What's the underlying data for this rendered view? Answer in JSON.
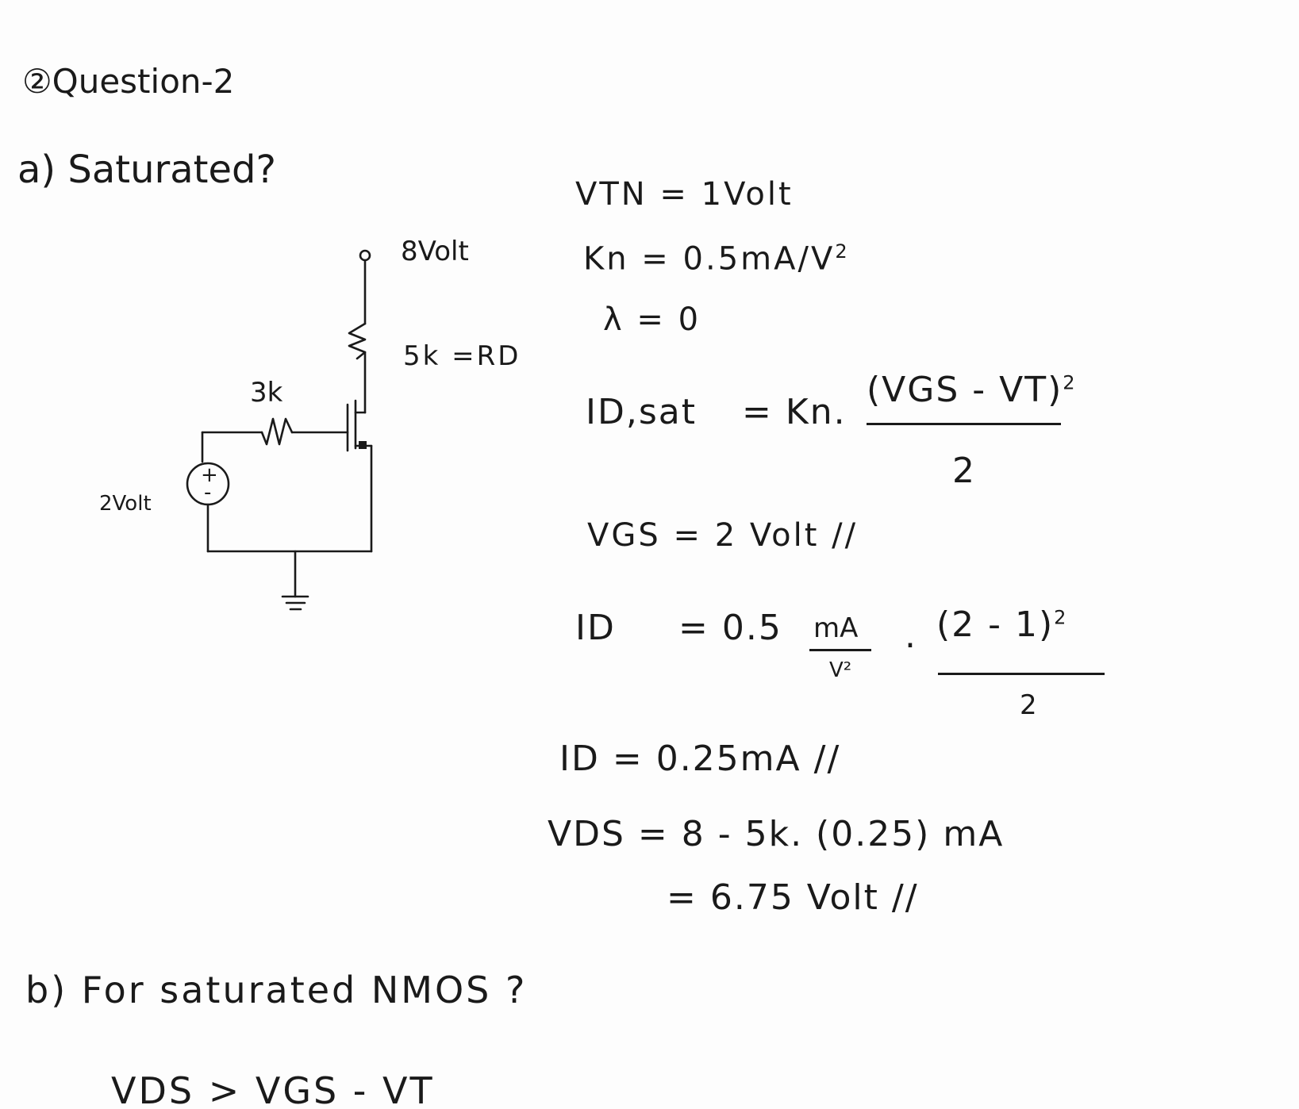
{
  "question_title": "②Question-2",
  "part_a": {
    "heading": "a) Saturated?",
    "circuit": {
      "supply_label": "8Volt",
      "rd_label": "5k =RD",
      "rg_label": "3k",
      "source_label": "2Volt",
      "source_plus": "+",
      "source_minus": "-"
    },
    "given": {
      "vtn": "VTN = 1Volt",
      "kn_main": "Kn = 0.5mA/V",
      "kn_sup": "2",
      "lambda": "λ = 0"
    },
    "id_sat": {
      "lhs": "ID,sat",
      "eq": "= Kn.",
      "num": "(VGS - VT)",
      "num_sup": "2",
      "den": "2"
    },
    "vgs": "VGS = 2 Volt //",
    "id_calc": {
      "lhs": "ID",
      "eq": "= 0.5",
      "unit_num": "mA",
      "unit_den": "V²",
      "dot": ".",
      "num": "(2 - 1)",
      "num_sup": "2",
      "den": "2"
    },
    "id_result": "ID = 0.25mA //",
    "vds_line1": "VDS = 8 - 5k. (0.25) mA",
    "vds_line2": "= 6.75 Volt //"
  },
  "part_b": {
    "heading": "b) For saturated NMOS ?",
    "condition": "VDS > VGS - VT"
  }
}
